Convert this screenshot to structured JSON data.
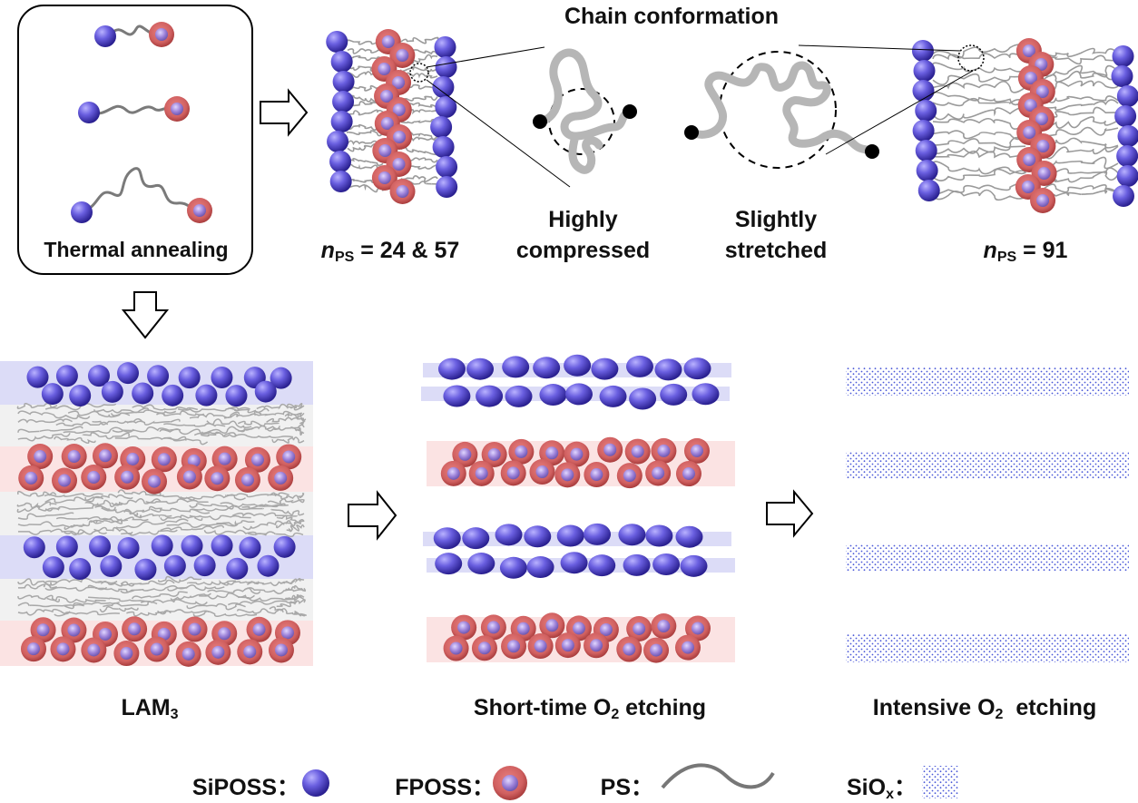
{
  "top": {
    "annealing_label": "Thermal annealing",
    "chain_title": "Chain conformation",
    "compressed_label": [
      "Highly",
      "compressed"
    ],
    "stretched_label": [
      "Slightly",
      "stretched"
    ],
    "n_left": {
      "symbol": "n",
      "sub": "PS",
      "value": "= 24 & 57"
    },
    "n_right": {
      "symbol": "n",
      "sub": "PS",
      "value": "= 91"
    }
  },
  "bottom": {
    "lam": {
      "text": "LAM",
      "sub": "3"
    },
    "short_etch": {
      "pre": "Short-time O",
      "sub": "2",
      "post": " etching"
    },
    "intensive_etch": {
      "pre": "Intensive O",
      "sub": "2",
      "post": "  etching"
    }
  },
  "legend": {
    "siposs": "SiPOSS：",
    "fposs": "FPOSS：",
    "ps": "PS：",
    "siox": {
      "pre": "SiO",
      "sub": "x",
      "post": "："
    }
  },
  "colors": {
    "siposs": "#5a4fd0",
    "fposs": "#d0605e",
    "fposs_core": "#9b7fd6",
    "ps_chain": "#8c8c8c",
    "blue_band": "#dcdcf7",
    "red_band": "#fbe3e3",
    "gray_band": "#f1f1f1"
  }
}
